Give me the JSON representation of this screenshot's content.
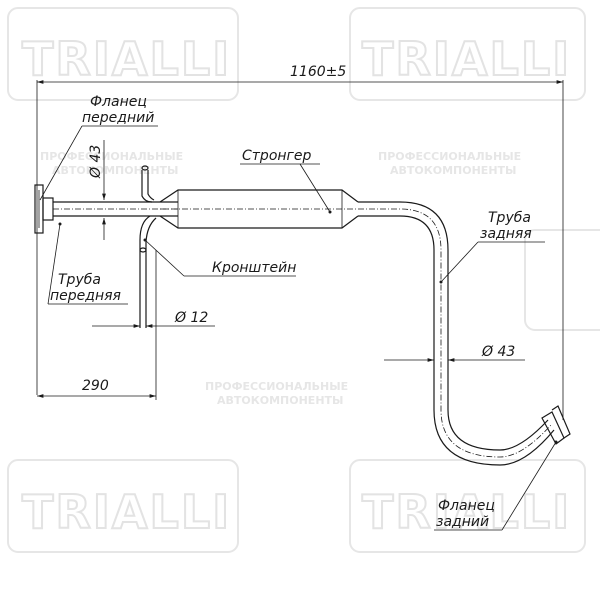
{
  "watermark": {
    "logo": "TRIALLI",
    "line1": "ПРОФЕССИОНАЛЬНЫЕ",
    "line2": "АВТОКОМПОНЕНТЫ"
  },
  "labels": {
    "front_flange_line1": "Фланец",
    "front_flange_line2": "передний",
    "stronger": "Стронгер",
    "rear_pipe_line1": "Труба",
    "rear_pipe_line2": "задняя",
    "front_pipe_line1": "Труба",
    "front_pipe_line2": "передняя",
    "bracket": "Кронштейн",
    "rear_flange_line1": "Фланец",
    "rear_flange_line2": "задний"
  },
  "dimensions": {
    "overall_length": "1160±5",
    "front_pipe_diameter": "Ø 43",
    "bracket_diameter": "Ø 12",
    "rear_pipe_diameter": "Ø 43",
    "bracket_offset": "290"
  }
}
